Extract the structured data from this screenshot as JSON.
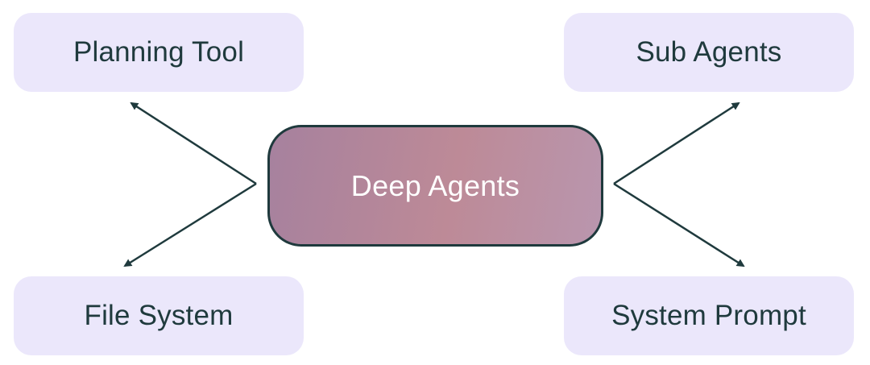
{
  "diagram": {
    "center": {
      "label": "Deep Agents"
    },
    "nodes": {
      "planning_tool": {
        "label": "Planning Tool"
      },
      "sub_agents": {
        "label": "Sub Agents"
      },
      "file_system": {
        "label": "File System"
      },
      "system_prompt": {
        "label": "System Prompt"
      }
    },
    "edges": [
      {
        "from": "center",
        "to": "planning_tool"
      },
      {
        "from": "center",
        "to": "file_system"
      },
      {
        "from": "center",
        "to": "sub_agents"
      },
      {
        "from": "center",
        "to": "system_prompt"
      }
    ],
    "colors": {
      "node_fill": "#ebe7fb",
      "text": "#1f3a3d",
      "arrow": "#1f3a3d",
      "center_gradient_start": "#a6819e",
      "center_gradient_mid": "#bd8a97",
      "center_gradient_end": "#b996ae",
      "center_text": "#ffffff"
    }
  }
}
